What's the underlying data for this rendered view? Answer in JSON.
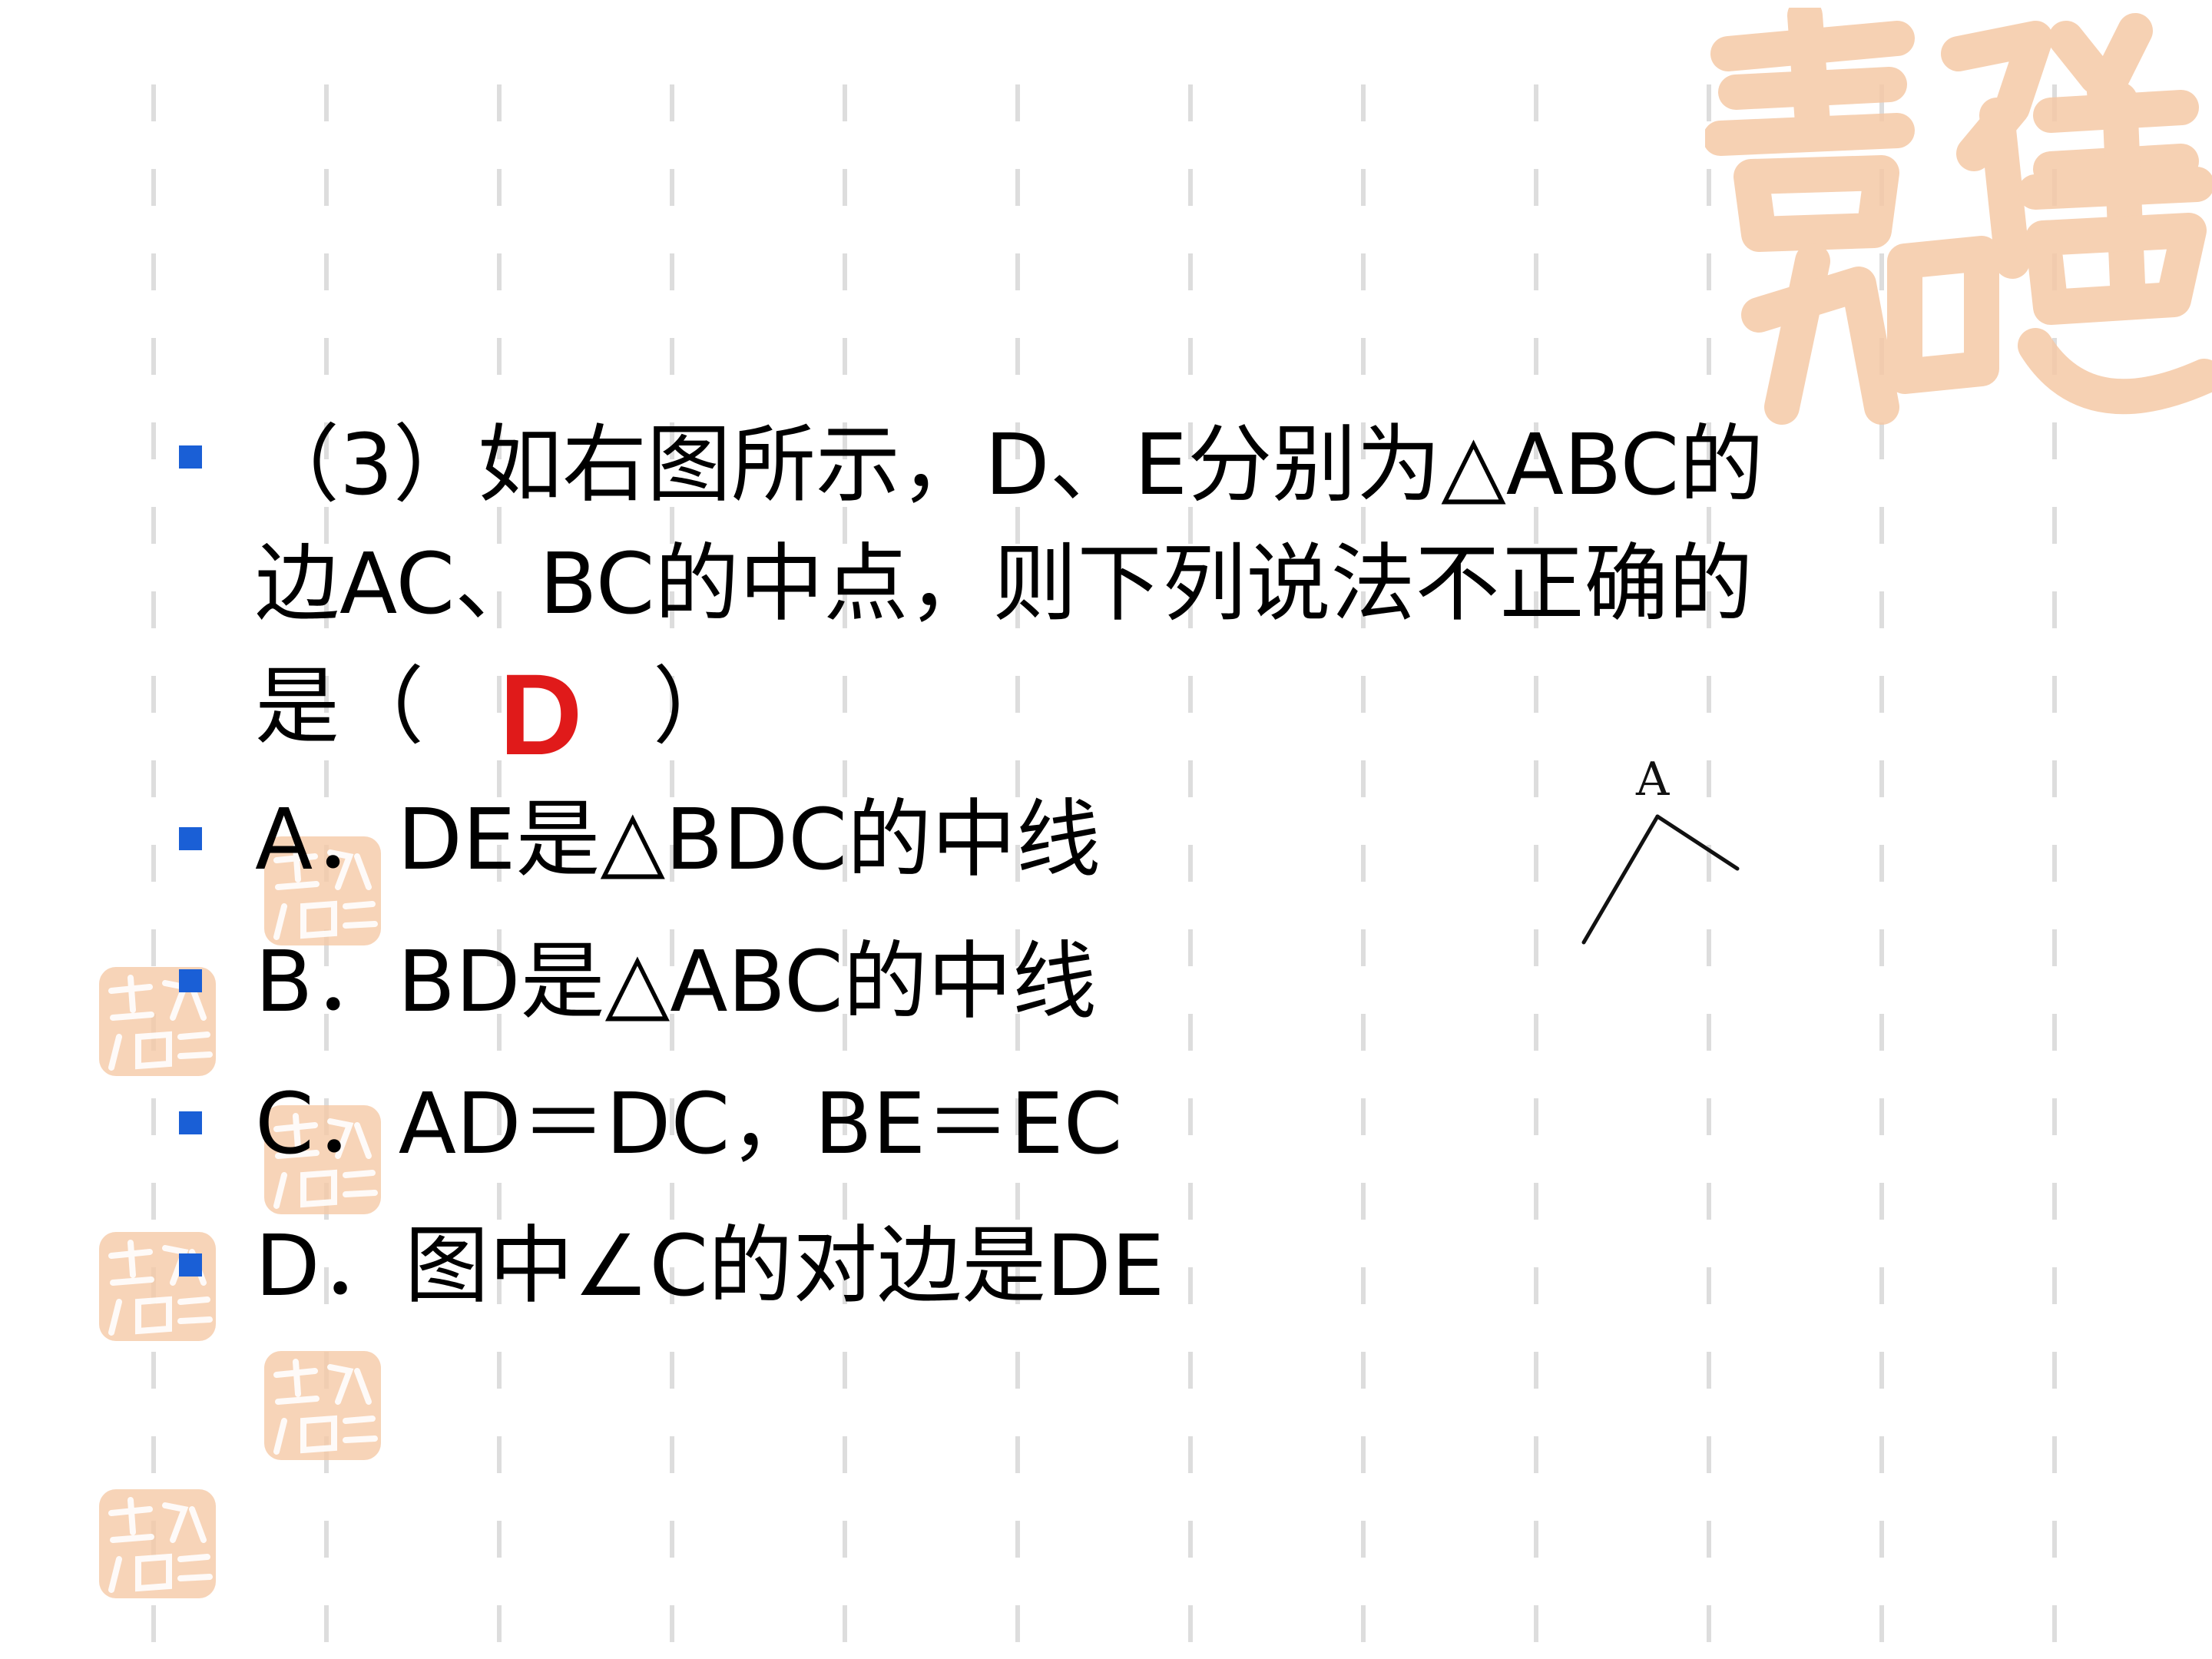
{
  "colors": {
    "bullet": "#1a5fd6",
    "answer": "#e01a1a",
    "text": "#000000",
    "grid": "#dddddd",
    "seal": "#f5c9a6"
  },
  "decor": {
    "seal_text": "吉祥如意"
  },
  "question": {
    "line1": "（3）如右图所示，D、E分别为△ABC的",
    "line2": "边AC、BC的中点，则下列说法不正确的",
    "line3_prefix": "是（",
    "line3_suffix": "）",
    "answer": "D"
  },
  "options": [
    {
      "text": "A．DE是△BDC的中线"
    },
    {
      "text": "B．BD是△ABC的中线"
    },
    {
      "text": "C．AD＝DC，BE＝EC"
    },
    {
      "text": "D．图中∠C的对边是DE"
    }
  ],
  "figure": {
    "vertex_label": "A"
  }
}
